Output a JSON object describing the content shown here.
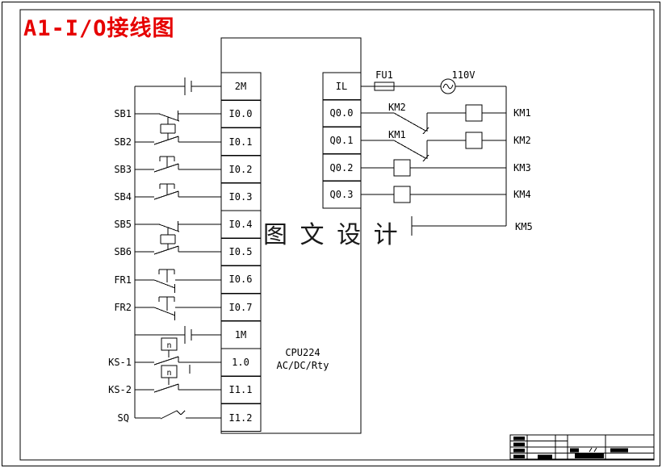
{
  "page": {
    "title": "A1-I/O接线图",
    "watermark": "图 文 设 计"
  },
  "cpu": {
    "model": "CPU224",
    "spec": "AC/DC/Rty",
    "left_terminals": [
      "2M",
      "I0.0",
      "I0.1",
      "I0.2",
      "I0.3",
      "I0.4",
      "I0.5",
      "I0.6",
      "I0.7",
      "1M",
      "1.0",
      "I1.1",
      "I1.2"
    ],
    "right_terminals": [
      "IL",
      "Q0.0",
      "Q0.1",
      "Q0.2",
      "Q0.3"
    ]
  },
  "inputs": {
    "labels": [
      "SB1",
      "SB2",
      "SB3",
      "SB4",
      "SB5",
      "SB6",
      "FR1",
      "FR2",
      "KS-1",
      "KS-2",
      "SQ"
    ],
    "speed_sensor": "n"
  },
  "outputs": {
    "fuse": "FU1",
    "voltage": "110V",
    "interlock_contacts": [
      "KM2",
      "KM1"
    ],
    "labels": [
      "KM1",
      "KM2",
      "KM3",
      "KM4",
      "KM5"
    ]
  },
  "colors": {
    "title": "#e60000",
    "line": "#000000",
    "watermark": "#1a1a1a"
  }
}
